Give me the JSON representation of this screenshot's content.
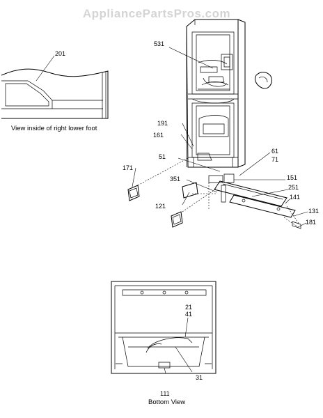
{
  "watermark": "AppliancePartsPros.com",
  "captions": {
    "foot_view": "View inside of right lower foot",
    "bottom_view": "Bottom View"
  },
  "part_labels": {
    "p201": "201",
    "p531": "531",
    "p191": "191",
    "p161": "161",
    "p51": "51",
    "p171": "171",
    "p351": "351",
    "p121": "121",
    "p61": "61",
    "p71": "71",
    "p151": "151",
    "p251": "251",
    "p141": "141",
    "p131": "131",
    "p181": "181",
    "p21": "21",
    "p41": "41",
    "p31": "31",
    "p111": "111"
  }
}
